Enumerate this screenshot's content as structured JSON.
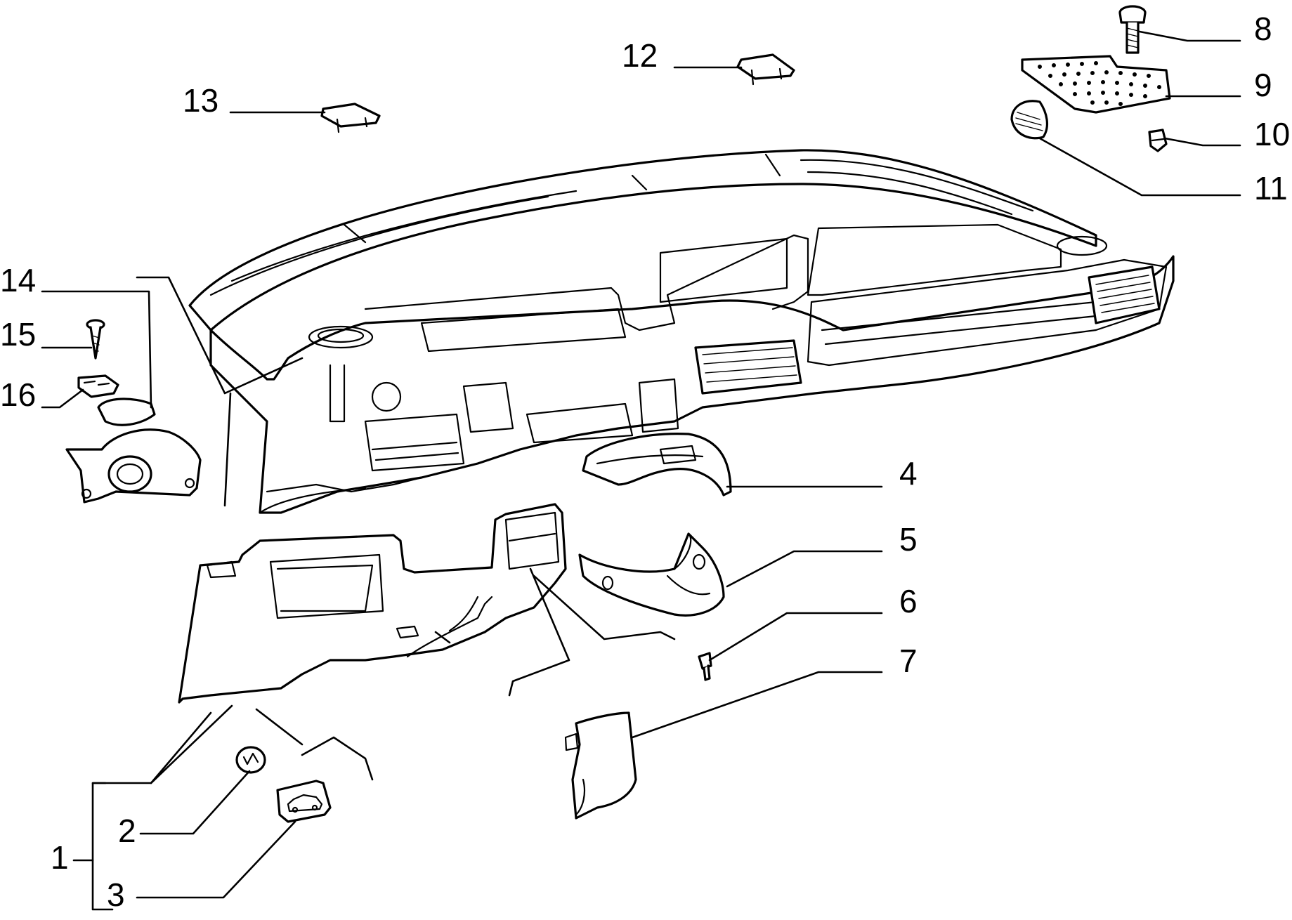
{
  "labels": {
    "p1": "1",
    "p2": "2",
    "p3": "3",
    "p4": "4",
    "p5": "5",
    "p6": "6",
    "p7": "7",
    "p8": "8",
    "p9": "9",
    "p10": "10",
    "p11": "11",
    "p12": "12",
    "p13": "13",
    "p14": "14",
    "p15": "15",
    "p16": "16"
  },
  "icons": {
    "hood": "car-hood-release-icon"
  }
}
